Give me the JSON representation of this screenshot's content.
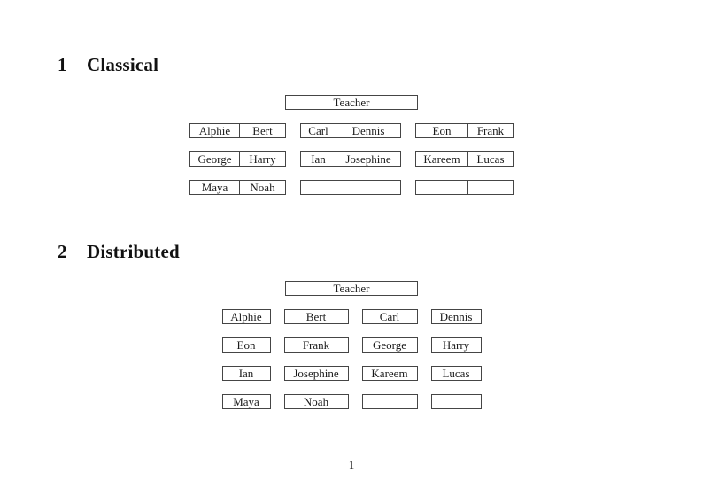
{
  "document": {
    "page_number": "1",
    "colors": {
      "background": "#ffffff",
      "text": "#1a1a1a",
      "border": "#454545"
    }
  },
  "sections": [
    {
      "number": "1",
      "title": "Classical",
      "teacher_label": "Teacher",
      "desk_type": "double",
      "rows": [
        [
          [
            "Alphie",
            "Bert"
          ],
          [
            "Carl",
            "Dennis"
          ],
          [
            "Eon",
            "Frank"
          ]
        ],
        [
          [
            "George",
            "Harry"
          ],
          [
            "Ian",
            "Josephine"
          ],
          [
            "Kareem",
            "Lucas"
          ]
        ],
        [
          [
            "Maya",
            "Noah"
          ],
          [
            "",
            ""
          ],
          [
            "",
            ""
          ]
        ]
      ]
    },
    {
      "number": "2",
      "title": "Distributed",
      "teacher_label": "Teacher",
      "desk_type": "single",
      "rows": [
        [
          "Alphie",
          "Bert",
          "Carl",
          "Dennis"
        ],
        [
          "Eon",
          "Frank",
          "George",
          "Harry"
        ],
        [
          "Ian",
          "Josephine",
          "Kareem",
          "Lucas"
        ],
        [
          "Maya",
          "Noah",
          "",
          ""
        ]
      ]
    }
  ]
}
